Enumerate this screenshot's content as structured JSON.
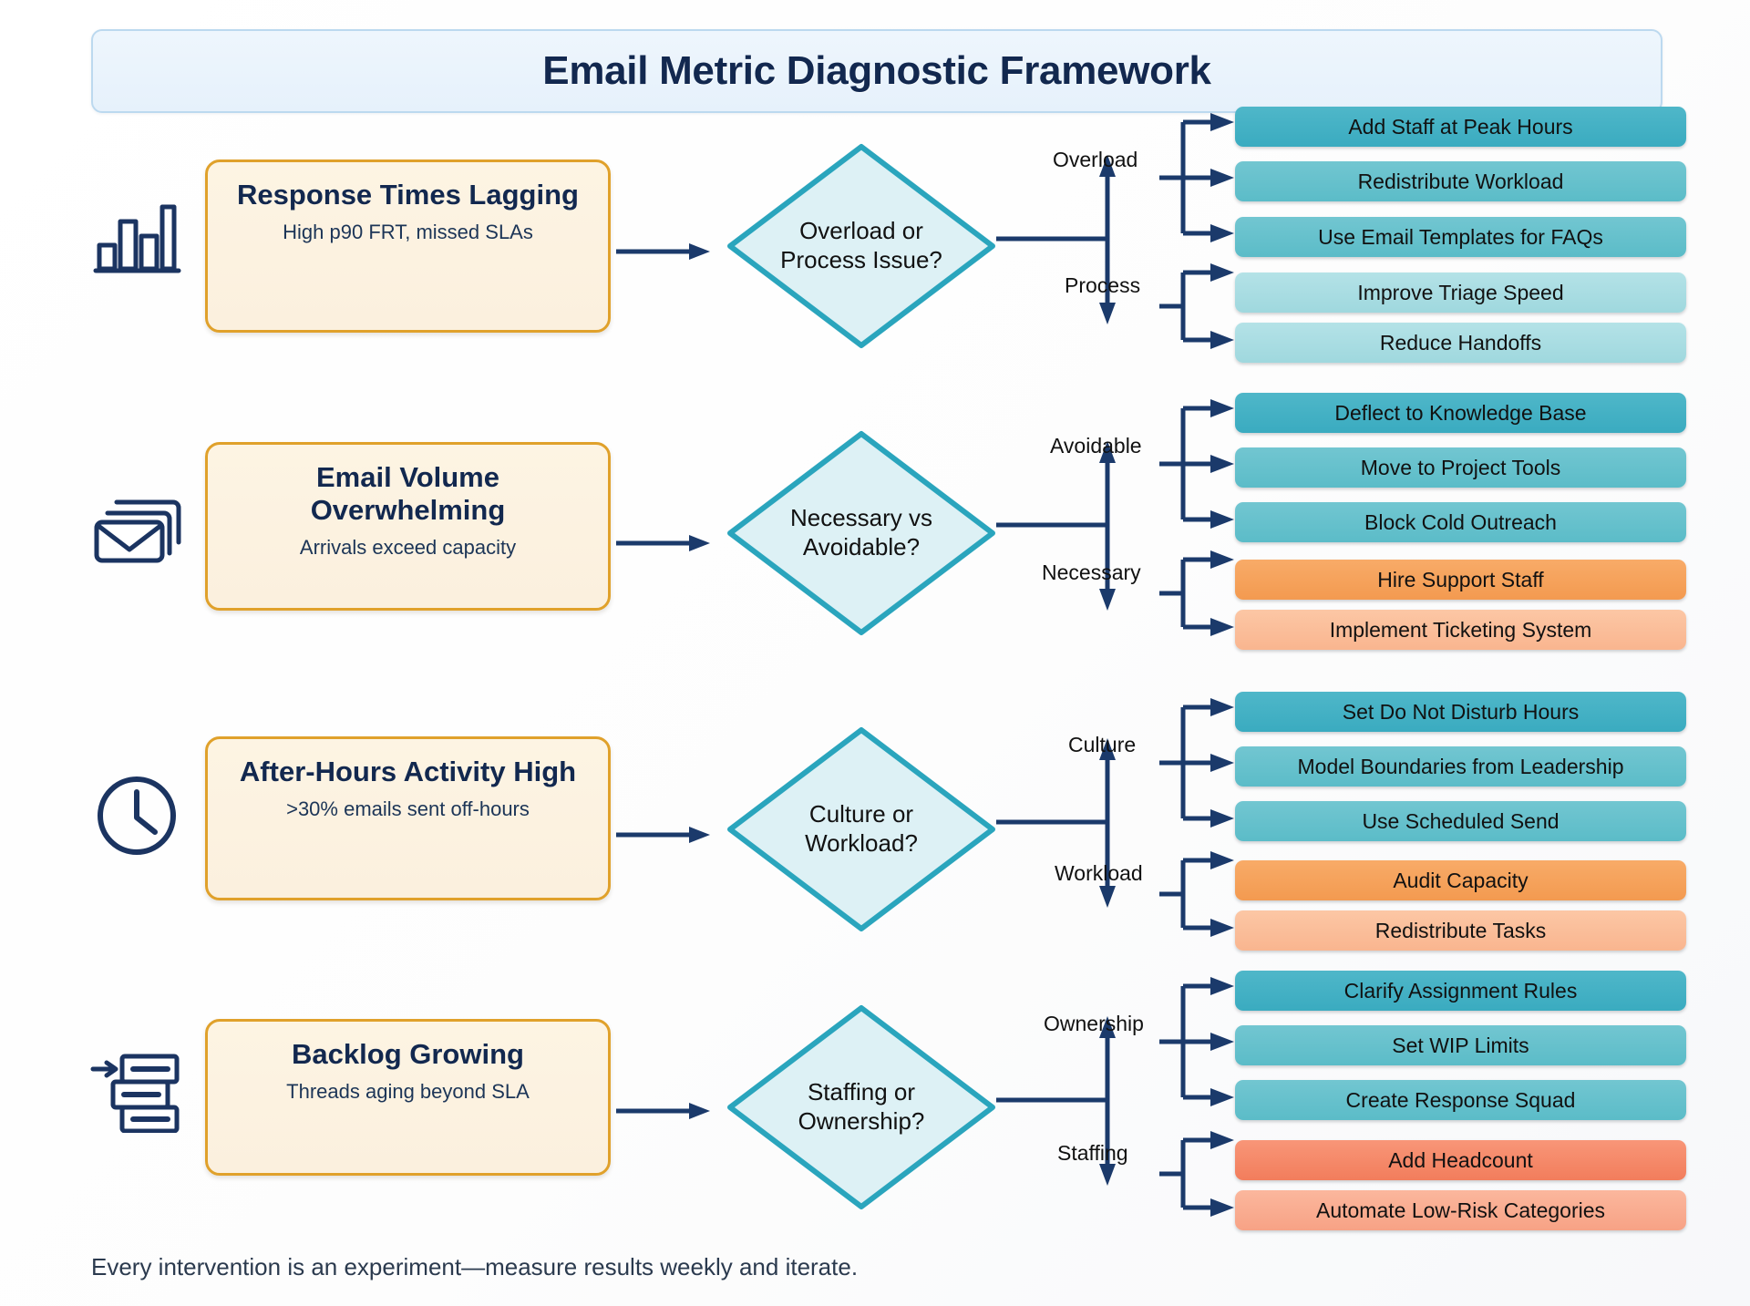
{
  "header": {
    "title": "Email Metric Diagnostic Framework"
  },
  "colors": {
    "card_border": "#e0a12b",
    "card_fill": "#fbf0de",
    "diamond_border": "#2aa5bd",
    "diamond_fill": "#ddf1f5",
    "arrow": "#1b3a6b",
    "teal_dark": "#3fb0c4",
    "teal_mid": "#63c0cc",
    "teal_light": "#a9dde2",
    "orange_dark": "#f5a059",
    "orange_light": "#fac09b",
    "coral_dark": "#f4886a",
    "coral_light": "#f8aa8d",
    "title_text": "#12284f"
  },
  "rows": [
    {
      "icon": "bar-chart-icon",
      "problem": {
        "title": "Response Times Lagging",
        "subtitle": "High p90 FRT, missed SLAs"
      },
      "decision": {
        "line1": "Overload or",
        "line2": "Process Issue?"
      },
      "branches": [
        {
          "label": "Overload",
          "actions": [
            {
              "text": "Add Staff at Peak Hours",
              "color": "#3fb0c4"
            },
            {
              "text": "Redistribute Workload",
              "color": "#63c0cc"
            },
            {
              "text": "Use Email Templates for FAQs",
              "color": "#63c0cc"
            }
          ]
        },
        {
          "label": "Process",
          "actions": [
            {
              "text": "Improve Triage Speed",
              "color": "#a9dde2"
            },
            {
              "text": "Reduce Handoffs",
              "color": "#a9dde2"
            }
          ]
        }
      ]
    },
    {
      "icon": "envelope-stack-icon",
      "problem": {
        "title": "Email Volume Overwhelming",
        "subtitle": "Arrivals exceed capacity"
      },
      "decision": {
        "line1": "Necessary vs",
        "line2": "Avoidable?"
      },
      "branches": [
        {
          "label": "Avoidable",
          "actions": [
            {
              "text": "Deflect to Knowledge Base",
              "color": "#3fb0c4"
            },
            {
              "text": "Move to Project Tools",
              "color": "#63c0cc"
            },
            {
              "text": "Block Cold Outreach",
              "color": "#63c0cc"
            }
          ]
        },
        {
          "label": "Necessary",
          "actions": [
            {
              "text": "Hire Support Staff",
              "color": "#f5a059"
            },
            {
              "text": "Implement Ticketing System",
              "color": "#fac09b"
            }
          ]
        }
      ]
    },
    {
      "icon": "clock-icon",
      "problem": {
        "title": "After-Hours Activity High",
        "subtitle": ">30% emails sent off-hours"
      },
      "decision": {
        "line1": "Culture or",
        "line2": "Workload?"
      },
      "branches": [
        {
          "label": "Culture",
          "actions": [
            {
              "text": "Set Do Not Disturb Hours",
              "color": "#3fb0c4"
            },
            {
              "text": "Model Boundaries from Leadership",
              "color": "#63c0cc"
            },
            {
              "text": "Use Scheduled Send",
              "color": "#63c0cc"
            }
          ]
        },
        {
          "label": "Workload",
          "actions": [
            {
              "text": "Audit Capacity",
              "color": "#f5a059"
            },
            {
              "text": "Redistribute Tasks",
              "color": "#fac09b"
            }
          ]
        }
      ]
    },
    {
      "icon": "backlog-stack-icon",
      "problem": {
        "title": "Backlog Growing",
        "subtitle": "Threads aging beyond SLA"
      },
      "decision": {
        "line1": "Staffing or",
        "line2": "Ownership?"
      },
      "branches": [
        {
          "label": "Ownership",
          "actions": [
            {
              "text": "Clarify Assignment Rules",
              "color": "#3fb0c4"
            },
            {
              "text": "Set WIP Limits",
              "color": "#63c0cc"
            },
            {
              "text": "Create Response Squad",
              "color": "#63c0cc"
            }
          ]
        },
        {
          "label": "Staffing",
          "actions": [
            {
              "text": "Add Headcount",
              "color": "#f4886a"
            },
            {
              "text": "Automate Low-Risk Categories",
              "color": "#f8aa8d"
            }
          ]
        }
      ]
    }
  ],
  "footer": {
    "caption": "Every intervention is an experiment—measure results weekly and iterate."
  }
}
